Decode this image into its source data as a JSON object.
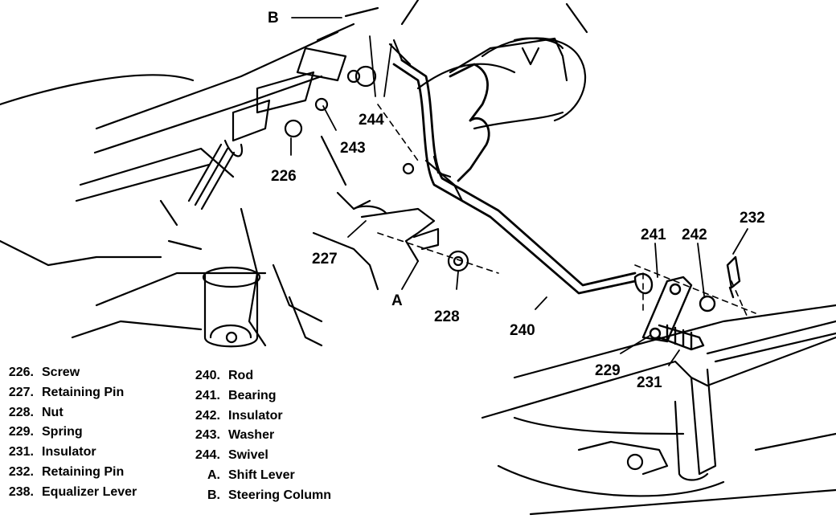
{
  "callouts": {
    "B": "B",
    "c244": "244",
    "c243": "243",
    "c226": "226",
    "c227": "227",
    "cA": "A",
    "c228": "228",
    "c240": "240",
    "c241": "241",
    "c242": "242",
    "c232": "232",
    "c229": "229",
    "c231": "231"
  },
  "legend_left": [
    {
      "num": "226.",
      "text": "Screw"
    },
    {
      "num": "227.",
      "text": "Retaining Pin"
    },
    {
      "num": "228.",
      "text": "Nut"
    },
    {
      "num": "229.",
      "text": "Spring"
    },
    {
      "num": "231.",
      "text": "Insulator"
    },
    {
      "num": "232.",
      "text": "Retaining Pin"
    },
    {
      "num": "238.",
      "text": "Equalizer Lever"
    }
  ],
  "legend_right": [
    {
      "num": "240.",
      "text": "Rod"
    },
    {
      "num": "241.",
      "text": "Bearing"
    },
    {
      "num": "242.",
      "text": "Insulator"
    },
    {
      "num": "243.",
      "text": "Washer"
    },
    {
      "num": "244.",
      "text": "Swivel"
    },
    {
      "num": "A.",
      "text": "Shift Lever"
    },
    {
      "num": "B.",
      "text": "Steering Column"
    }
  ]
}
